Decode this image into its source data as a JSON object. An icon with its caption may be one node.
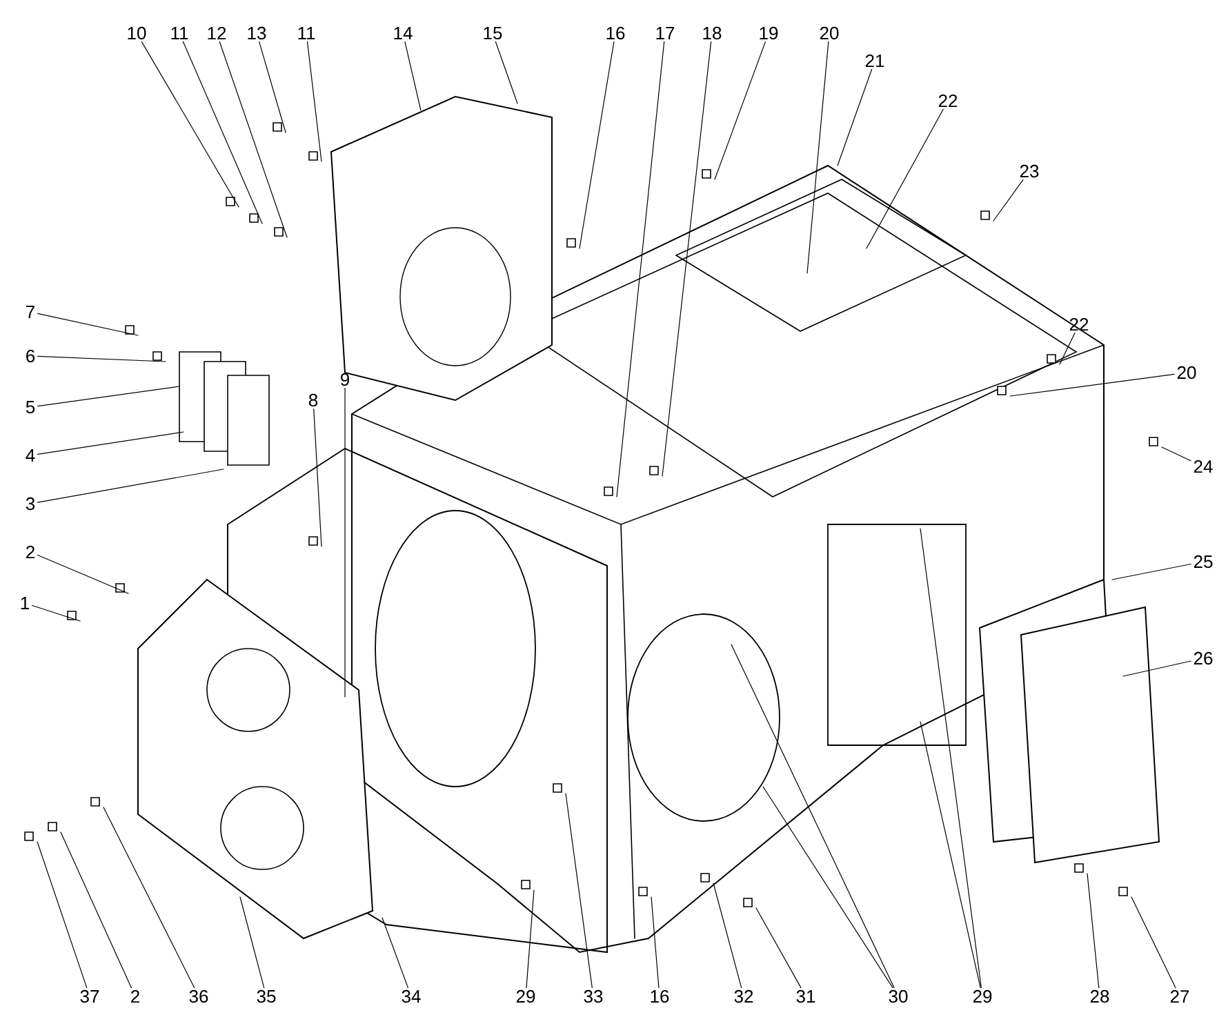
{
  "diagram": {
    "nodes": [
      {
        "text": [
          "10"
        ]
      },
      {
        "text": [
          "11"
        ]
      },
      {
        "text": [
          "12"
        ]
      },
      {
        "text": [
          "13"
        ]
      },
      {
        "text": [
          "11"
        ]
      },
      {
        "text": [
          "14"
        ]
      },
      {
        "text": [
          "15"
        ]
      },
      {
        "text": [
          "16"
        ]
      },
      {
        "text": [
          "17"
        ]
      },
      {
        "text": [
          "18"
        ]
      },
      {
        "text": [
          "19"
        ]
      },
      {
        "text": [
          "20"
        ]
      },
      {
        "text": [
          "21"
        ]
      },
      {
        "text": [
          "22"
        ]
      },
      {
        "text": [
          "23"
        ]
      },
      {
        "text": [
          "22"
        ]
      },
      {
        "text": [
          "20"
        ]
      },
      {
        "text": [
          "7"
        ]
      },
      {
        "text": [
          "6"
        ]
      },
      {
        "text": [
          "5"
        ]
      },
      {
        "text": [
          "4"
        ]
      },
      {
        "text": [
          "3"
        ]
      },
      {
        "text": [
          "2"
        ]
      },
      {
        "text": [
          "1"
        ]
      },
      {
        "text": [
          "8"
        ]
      },
      {
        "text": [
          "9"
        ]
      },
      {
        "text": [
          "24"
        ]
      },
      {
        "text": [
          "25"
        ]
      },
      {
        "text": [
          "26"
        ]
      },
      {
        "text": [
          "37"
        ]
      },
      {
        "text": [
          "2"
        ]
      },
      {
        "text": [
          "36"
        ]
      },
      {
        "text": [
          "35"
        ]
      },
      {
        "text": [
          "34"
        ]
      },
      {
        "text": [
          "29"
        ]
      },
      {
        "text": [
          "33"
        ]
      },
      {
        "text": [
          "16"
        ]
      },
      {
        "text": [
          "32"
        ]
      },
      {
        "text": [
          "31"
        ]
      },
      {
        "text": [
          "30"
        ]
      },
      {
        "text": [
          "29"
        ]
      },
      {
        "text": [
          "28"
        ]
      },
      {
        "text": [
          "27"
        ]
      }
    ],
    "edges": [
      {
        "from": 0,
        "to": null,
        "arrow": "none"
      },
      {
        "from": 1,
        "to": null,
        "arrow": "none"
      },
      {
        "from": 2,
        "to": null,
        "arrow": "none"
      },
      {
        "from": 3,
        "to": null,
        "arrow": "none"
      },
      {
        "from": 4,
        "to": null,
        "arrow": "none"
      },
      {
        "from": 5,
        "to": null,
        "arrow": "none"
      },
      {
        "from": 6,
        "to": null,
        "arrow": "none"
      },
      {
        "from": 7,
        "to": null,
        "arrow": "none"
      },
      {
        "from": 8,
        "to": null,
        "arrow": "none"
      },
      {
        "from": 9,
        "to": null,
        "arrow": "none"
      },
      {
        "from": 10,
        "to": null,
        "arrow": "none"
      },
      {
        "from": 11,
        "to": null,
        "arrow": "none"
      },
      {
        "from": 12,
        "to": null,
        "arrow": "none"
      },
      {
        "from": 13,
        "to": null,
        "arrow": "none"
      },
      {
        "from": 14,
        "to": null,
        "arrow": "none"
      },
      {
        "from": 15,
        "to": null,
        "arrow": "none"
      },
      {
        "from": 16,
        "to": null,
        "arrow": "none"
      },
      {
        "from": 17,
        "to": null,
        "arrow": "none"
      },
      {
        "from": 18,
        "to": null,
        "arrow": "none"
      },
      {
        "from": 19,
        "to": null,
        "arrow": "none"
      },
      {
        "from": 20,
        "to": null,
        "arrow": "none"
      },
      {
        "from": 21,
        "to": null,
        "arrow": "none"
      },
      {
        "from": 22,
        "to": null,
        "arrow": "none"
      },
      {
        "from": 23,
        "to": null,
        "arrow": "none"
      },
      {
        "from": 24,
        "to": null,
        "arrow": "none"
      },
      {
        "from": 25,
        "to": null,
        "arrow": "none"
      },
      {
        "from": 26,
        "to": null,
        "arrow": "none"
      },
      {
        "from": 27,
        "to": null,
        "arrow": "none"
      },
      {
        "from": 28,
        "to": null,
        "arrow": "none"
      },
      {
        "from": 29,
        "to": null,
        "arrow": "none"
      },
      {
        "from": 30,
        "to": null,
        "arrow": "none"
      },
      {
        "from": 31,
        "to": null,
        "arrow": "none"
      },
      {
        "from": 32,
        "to": null,
        "arrow": "none"
      },
      {
        "from": 33,
        "to": null,
        "arrow": "none"
      },
      {
        "from": 34,
        "to": null,
        "arrow": "none"
      },
      {
        "from": 35,
        "to": null,
        "arrow": "none"
      },
      {
        "from": 36,
        "to": null,
        "arrow": "none"
      },
      {
        "from": 37,
        "to": null,
        "arrow": "none"
      },
      {
        "from": 38,
        "to": null,
        "arrow": "none"
      },
      {
        "from": 39,
        "to": null,
        "arrow": "none"
      },
      {
        "from": 39,
        "to": null,
        "arrow": "none"
      },
      {
        "from": 40,
        "to": null,
        "arrow": "none"
      },
      {
        "from": 40,
        "to": null,
        "arrow": "none"
      },
      {
        "from": 41,
        "to": null,
        "arrow": "none"
      },
      {
        "from": 42,
        "to": null,
        "arrow": "none"
      }
    ]
  }
}
